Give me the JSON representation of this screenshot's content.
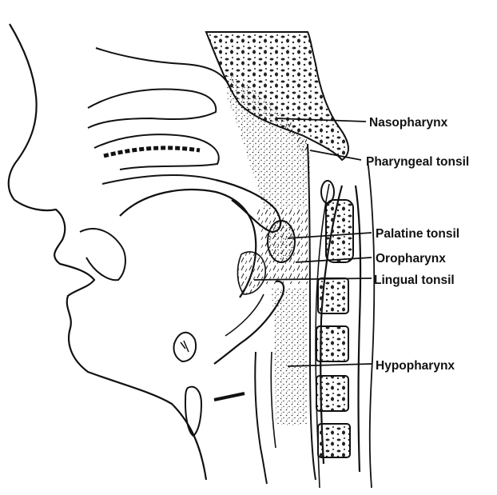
{
  "labels": {
    "nasopharynx": "Nasopharynx",
    "pharyngeal_tonsil": "Pharyngeal tonsil",
    "palatine_tonsil": "Palatine tonsil",
    "oropharynx": "Oropharynx",
    "lingual_tonsil": "Lingual tonsil",
    "hypopharynx": "Hypopharynx"
  },
  "colors": {
    "ink": "#111111",
    "paper": "#ffffff"
  }
}
